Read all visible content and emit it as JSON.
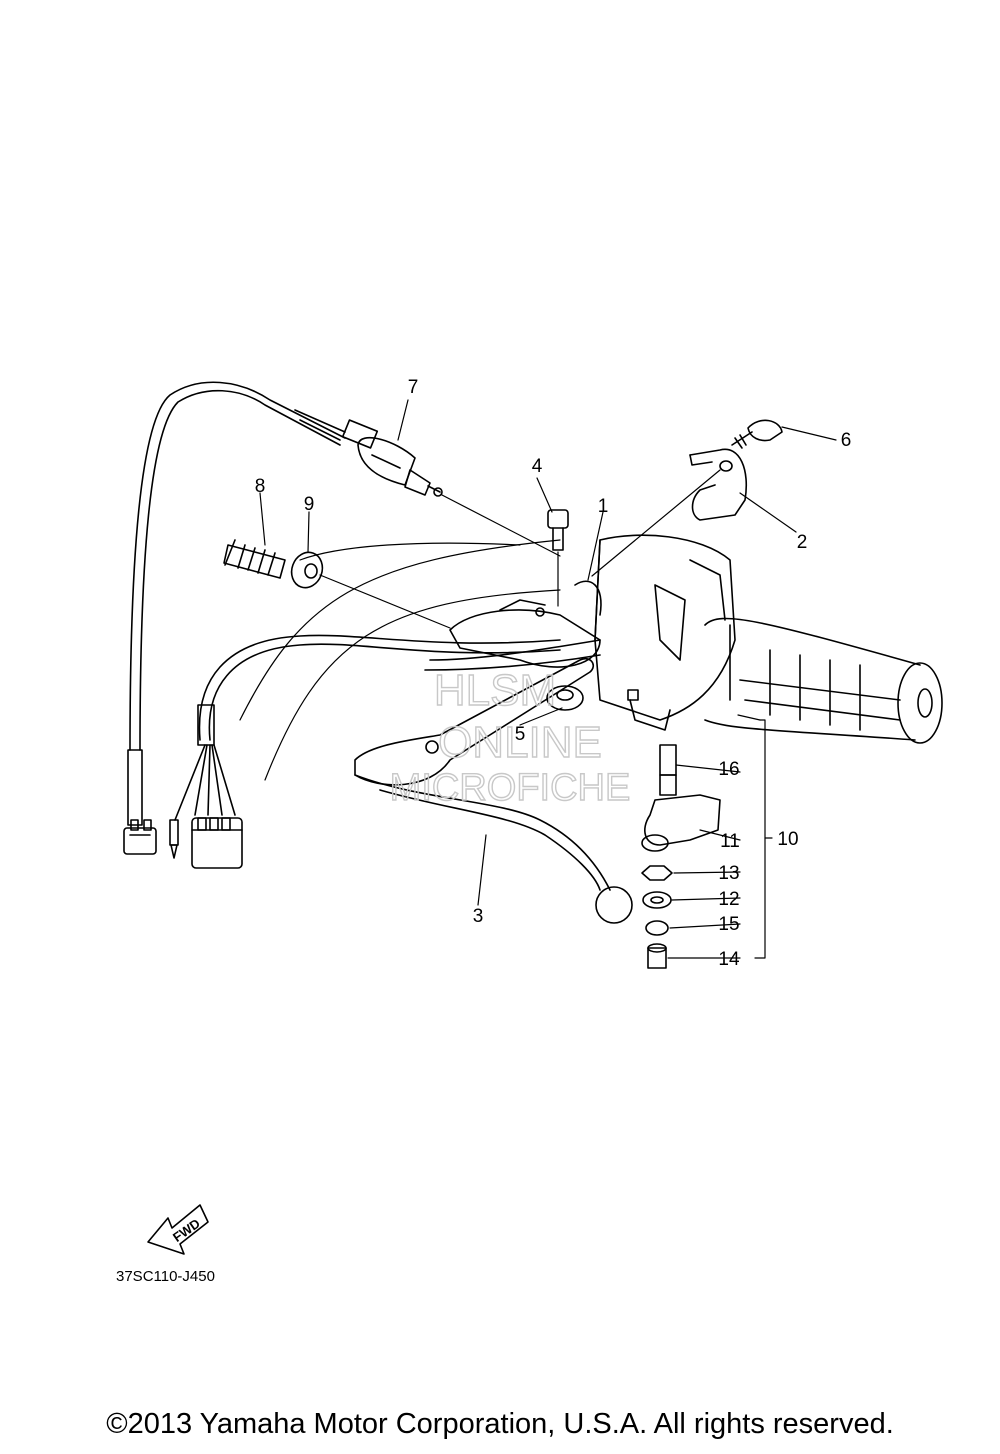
{
  "callouts": [
    "1",
    "2",
    "3",
    "4",
    "5",
    "6",
    "7",
    "8",
    "9",
    "10",
    "11",
    "12",
    "13",
    "14",
    "15",
    "16"
  ],
  "watermark": {
    "line1": "HLSM",
    "line2": "ONLINE",
    "line3": "MICROFICHE"
  },
  "fwd_label": "FWD",
  "diagram_code": "37SC110-J450",
  "copyright": "©2013 Yamaha Motor Corporation, U.S.A. All rights reserved."
}
